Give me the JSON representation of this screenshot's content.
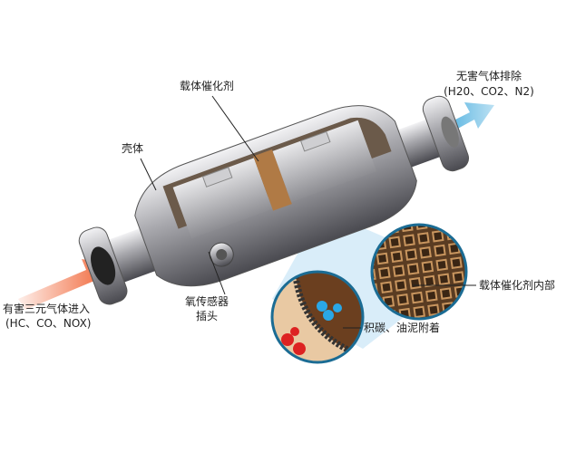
{
  "labels": {
    "catalyst_carrier": "载体催化剂",
    "harmless_out_title": "无害气体排除",
    "harmless_out_gases": "(H20、CO2、N2)",
    "shell": "壳体",
    "harmful_in_title": "有害三元气体进入",
    "harmful_in_gases": "(HC、CO、NOX)",
    "oxygen_sensor_line1": "氧传感器",
    "oxygen_sensor_line2": "插头",
    "catalyst_interior": "载体催化剂内部",
    "carbon_deposit": "积碳、油泥附着"
  },
  "colors": {
    "inlet_arrow": "#f05a28",
    "outlet_arrow": "#1e9ad6",
    "shell_metal": "#b8b8bc",
    "catalyst_band": "#b07a45",
    "honeycomb": "#c8955e",
    "zoom_cone": "#cfe9f7"
  }
}
